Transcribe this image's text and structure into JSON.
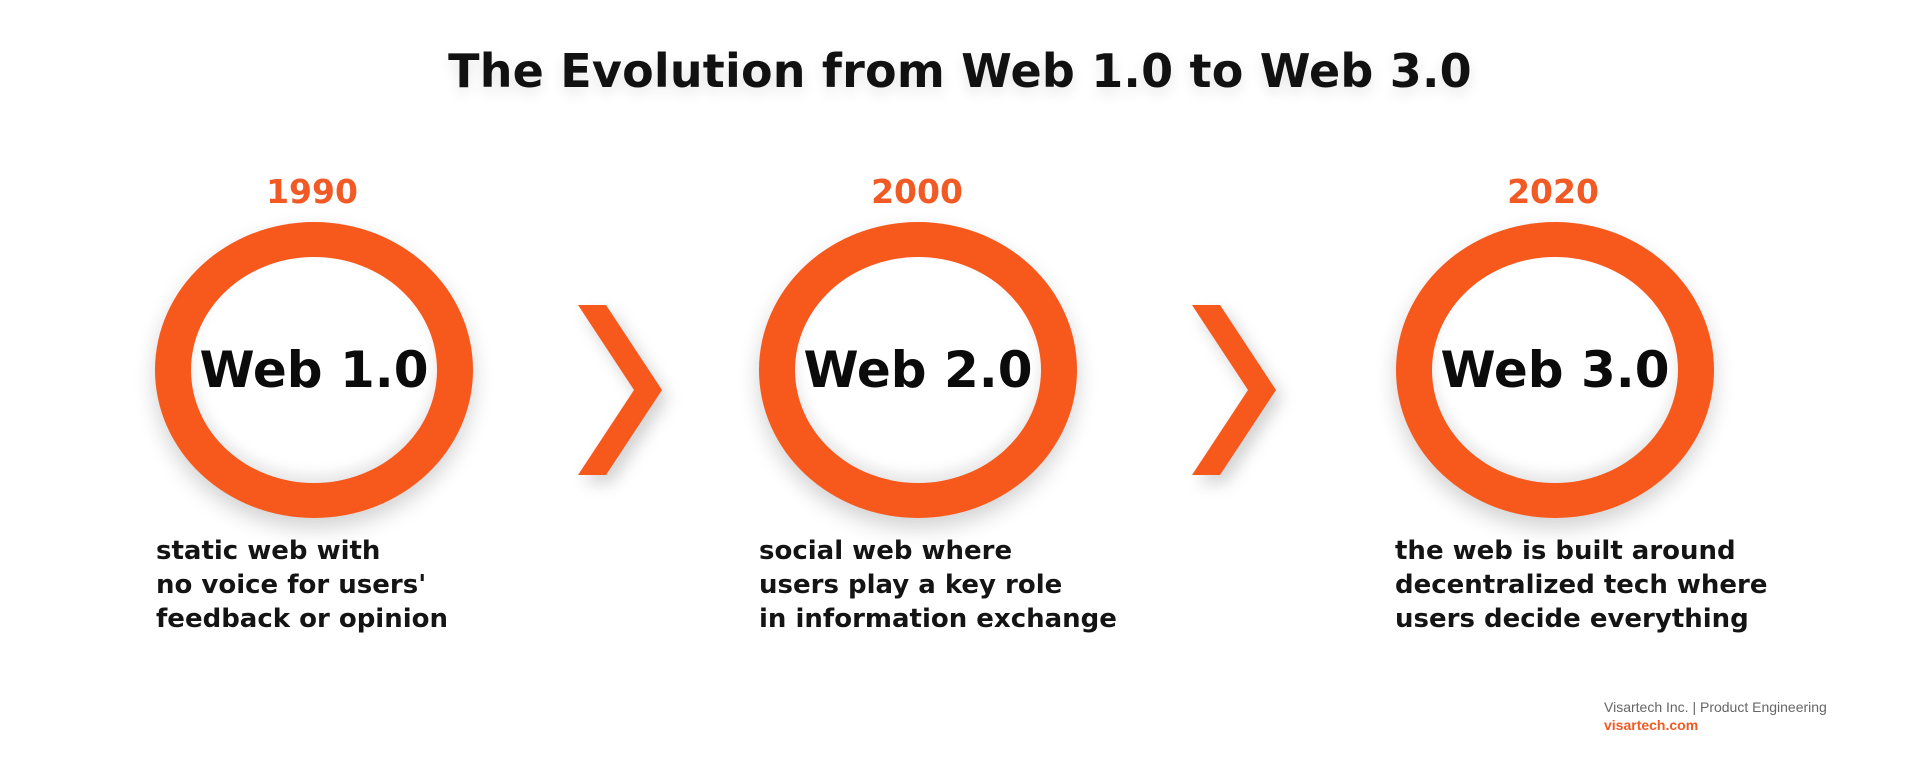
{
  "title": "The Evolution from Web 1.0 to Web 3.0",
  "stages": [
    {
      "year": "1990",
      "label": "Web 1.0",
      "description": [
        "static web with",
        "no voice for users'",
        "feedback or opinion"
      ]
    },
    {
      "year": "2000",
      "label": "Web 2.0",
      "description": [
        "social web where",
        "users play a key role",
        "in information exchange"
      ]
    },
    {
      "year": "2020",
      "label": "Web 3.0",
      "description": [
        "the web is built around",
        "decentralized tech where",
        "users decide everything"
      ]
    }
  ],
  "arrows": [
    {
      "icon": "chevron-right-icon"
    },
    {
      "icon": "chevron-right-icon"
    }
  ],
  "footer": {
    "company": "Visartech Inc. | Product Engineering",
    "website": "visartech.com"
  },
  "colors": {
    "accent": "#f7581c",
    "year_text": "#f15a24",
    "text": "#111111",
    "background": "#ffffff"
  }
}
